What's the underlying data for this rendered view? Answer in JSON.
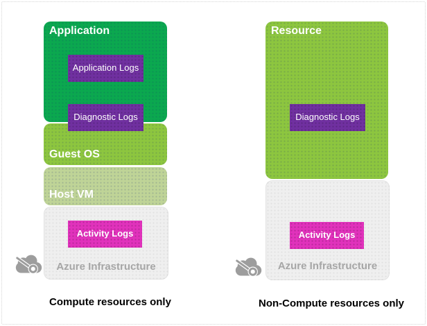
{
  "colors": {
    "dark_green": "#0ba84f",
    "bright_green": "#8dc63f",
    "pale_green": "#bfd497",
    "box_gray": "#efefef",
    "purple": "#7030a0",
    "magenta": "#e132bc",
    "text_gray": "#a6a6a6",
    "icon_gray": "#9d9d9d",
    "caption_black": "#000000"
  },
  "left_column": {
    "application_label": "Application",
    "application_logs_label": "Application Logs",
    "diagnostic_logs_label": "Diagnostic Logs",
    "guest_os_label": "Guest OS",
    "host_vm_label": "Host VM",
    "activity_logs_label": "Activity Logs",
    "azure_infrastructure_label": "Azure Infrastructure",
    "caption": "Compute resources only"
  },
  "right_column": {
    "resource_label": "Resource",
    "diagnostic_logs_label": "Diagnostic Logs",
    "activity_logs_label": "Activity Logs",
    "azure_infrastructure_label": "Azure Infrastructure",
    "caption": "Non-Compute resources only"
  }
}
